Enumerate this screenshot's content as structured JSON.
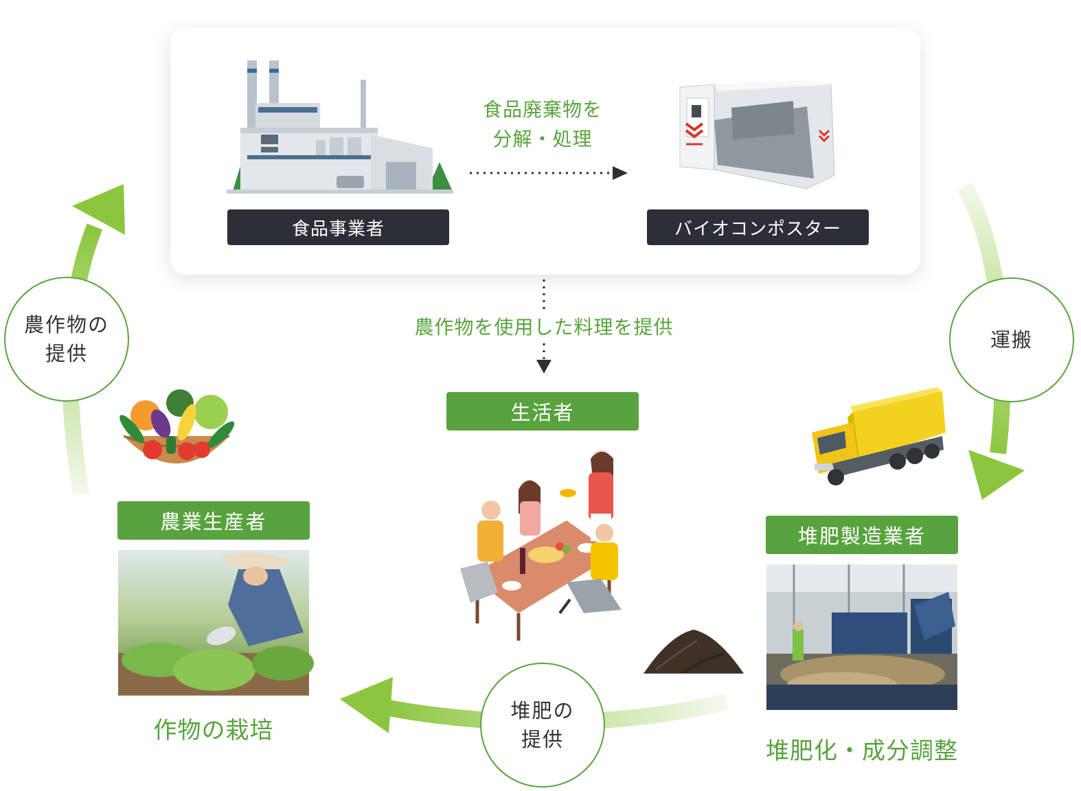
{
  "top_panel": {
    "food_business_label": "食品事業者",
    "biocomposter_label": "バイオコンポスター",
    "process_caption_line1": "食品廃棄物を",
    "process_caption_line2": "分解・処理"
  },
  "center": {
    "provide_dishes_caption": "農作物を使用した料理を提供",
    "consumer_label": "生活者"
  },
  "left": {
    "crops_circle_line1": "農作物の",
    "crops_circle_line2": "提供",
    "farmer_label": "農業生産者",
    "cultivation_caption": "作物の栽培"
  },
  "right": {
    "transport_circle": "運搬",
    "compost_maker_label": "堆肥製造業者",
    "compost_caption": "堆肥化・成分調整"
  },
  "bottom": {
    "compost_circle_line1": "堆肥の",
    "compost_circle_line2": "提供"
  },
  "colors": {
    "green": "#58a33e",
    "light_green": "#8cc63f",
    "dark_label": "#2c2f37"
  }
}
